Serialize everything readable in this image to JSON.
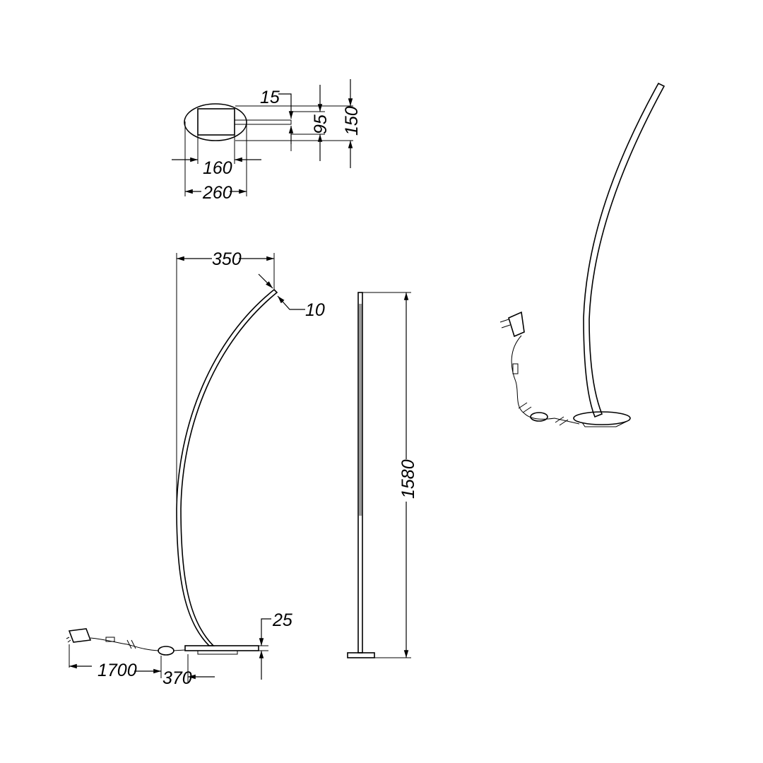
{
  "dimensions": {
    "top_view": {
      "cable_offset": "15",
      "inner_height": "95",
      "outer_height": "150",
      "inner_width": "160",
      "outer_width": "260"
    },
    "side_view": {
      "arc_reach": "350",
      "head_thickness": "10",
      "base_height": "25",
      "cable_length": "1700",
      "base_diameter": "370"
    },
    "front_view": {
      "total_height": "1580"
    }
  },
  "colors": {
    "line": "#000000",
    "background": "#ffffff"
  }
}
